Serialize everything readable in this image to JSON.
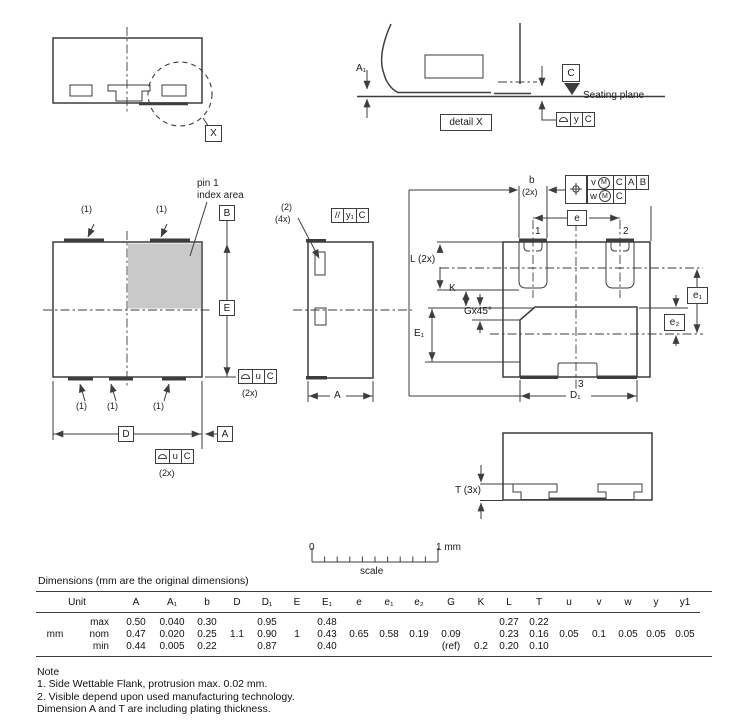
{
  "colors": {
    "line": "#3d3d3d",
    "index_area_fill": "#c9c9c9",
    "background": "#ffffff"
  },
  "side_view_small": {
    "detail_marker": "X"
  },
  "detail_x_view": {
    "dim_a1": "A₁",
    "datum_c": "C",
    "seating_plane_label": "Seating plane",
    "caption": "detail X",
    "fcf_tolerance": "y",
    "fcf_datum": "C"
  },
  "top_view": {
    "pin1_index_line1": "pin 1",
    "pin1_index_line2": "index area",
    "ref_note_1": "(1)",
    "datum_b": "B",
    "dim_e": "E",
    "dim_d": "D",
    "datum_a": "A",
    "fcf_tolerance": "u",
    "fcf_datum": "C",
    "fcf_count": "(2x)"
  },
  "side_view": {
    "ref_note_2": "(2)",
    "count_4x": "(4x)",
    "fcf_symbol": "//",
    "fcf_tolerance": "y₁",
    "fcf_datum": "C",
    "dim_a": "A"
  },
  "bottom_view": {
    "dim_b": "b",
    "count_2x": "(2x)",
    "fcf": {
      "tol_v": "v",
      "tol_w": "w",
      "modifier": "M",
      "datum_c": "C",
      "datum_a": "A",
      "datum_b": "B"
    },
    "dim_e": "e",
    "pin_1": "1",
    "pin_2": "2",
    "pin_3": "3",
    "dim_l": "L (2x)",
    "dim_k": "K",
    "dim_g": "Gx45°",
    "dim_e1_cap": "E₁",
    "dim_e1": "e₁",
    "dim_e2": "e₂",
    "dim_d1": "D₁"
  },
  "t_view": {
    "dim_t": "T (3x)"
  },
  "scale_bar": {
    "start": "0",
    "end": "1 mm",
    "caption": "scale"
  },
  "table": {
    "title": "Dimensions (mm are the original dimensions)",
    "unit_header": "Unit",
    "unit": "mm",
    "row_labels": [
      "max",
      "nom",
      "min"
    ],
    "columns": [
      "A",
      "A₁",
      "b",
      "D",
      "D₁",
      "E",
      "E₁",
      "e",
      "e₁",
      "e₂",
      "G",
      "K",
      "L",
      "T",
      "u",
      "v",
      "w",
      "y",
      "y1"
    ],
    "rows": {
      "max": [
        "0.50",
        "0.040",
        "0.30",
        "",
        "0.95",
        "",
        "0.48",
        "",
        "",
        "",
        "",
        "",
        "0.27",
        "0.22",
        "",
        "",
        "",
        "",
        ""
      ],
      "nom": [
        "0.47",
        "0.020",
        "0.25",
        "1.1",
        "0.90",
        "1",
        "0.43",
        "0.65",
        "0.58",
        "0.19",
        "0.09",
        "",
        "0.23",
        "0.16",
        "0.05",
        "0.1",
        "0.05",
        "0.05",
        "0.05"
      ],
      "min": [
        "0.44",
        "0.005",
        "0.22",
        "",
        "0.87",
        "",
        "0.40",
        "",
        "",
        "",
        "(ref)",
        "0.2",
        "0.20",
        "0.10",
        "",
        "",
        "",
        "",
        ""
      ]
    }
  },
  "notes": {
    "heading": "Note",
    "lines": [
      "1. Side Wettable Flank, protrusion max. 0.02 mm.",
      "2. Visible depend upon used manufacturing technology.",
      "Dimension A and T are including plating thickness."
    ]
  }
}
